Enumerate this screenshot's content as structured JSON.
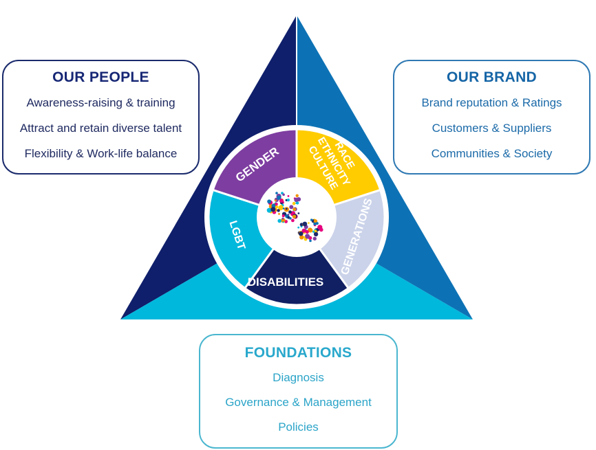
{
  "colors": {
    "left_face": "#0f1f6b",
    "right_face": "#0d72b5",
    "bottom_face": "#00b8dc",
    "gender": "#7e3ea1",
    "race": "#ffcc00",
    "generations": "#cbd3ea",
    "disabilities": "#112063",
    "lgbt": "#00b8dc"
  },
  "segments": {
    "gender": "GENDER",
    "race_lines": [
      "RACE",
      "ETHNICITY",
      "CULTURE"
    ],
    "generations": "GENERATIONS",
    "disabilities": "DISABILITIES",
    "lgbt": "LGBT"
  },
  "people": {
    "title": "OUR PEOPLE",
    "items": [
      "Awareness-raising & training",
      "Attract and retain diverse talent",
      "Flexibility & Work-life balance"
    ]
  },
  "brand": {
    "title": "OUR BRAND",
    "items": [
      "Brand reputation & Ratings",
      "Customers & Suppliers",
      "Communities & Society"
    ]
  },
  "foundations": {
    "title": "FOUNDATIONS",
    "items": [
      "Diagnosis",
      "Governance & Management",
      "Policies"
    ]
  }
}
